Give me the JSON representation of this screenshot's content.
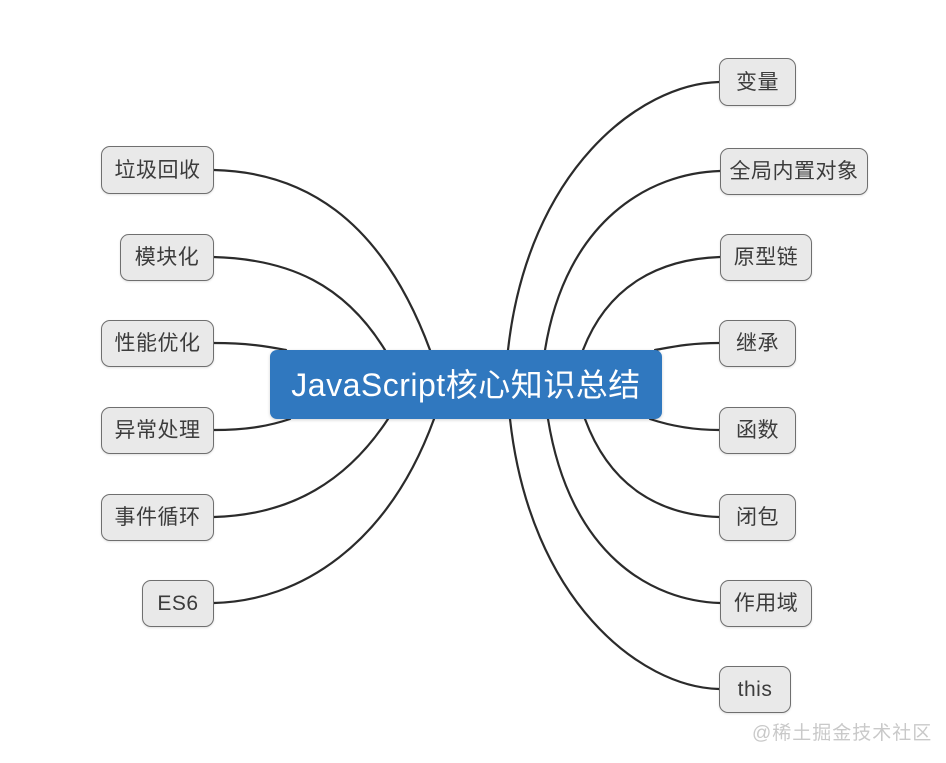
{
  "diagram": {
    "type": "mindmap",
    "title": "JavaScript核心知识总结",
    "center": {
      "label": "JavaScript核心知识总结",
      "fill_color": "#3078bf",
      "text_color": "#ffffff"
    },
    "node_style": {
      "fill_color": "#e9e9e9",
      "border_color": "#6f6f6f",
      "text_color": "#3c3c3c"
    },
    "edge_color": "#2b2b2b",
    "left_branches": [
      {
        "label": "垃圾回收"
      },
      {
        "label": "模块化"
      },
      {
        "label": "性能优化"
      },
      {
        "label": "异常处理"
      },
      {
        "label": "事件循环"
      },
      {
        "label": "ES6"
      }
    ],
    "right_branches": [
      {
        "label": "变量"
      },
      {
        "label": "全局内置对象"
      },
      {
        "label": "原型链"
      },
      {
        "label": "继承"
      },
      {
        "label": "函数"
      },
      {
        "label": "闭包"
      },
      {
        "label": "作用域"
      },
      {
        "label": "this"
      }
    ]
  },
  "watermark": {
    "text": "@稀土掘金技术社区"
  }
}
